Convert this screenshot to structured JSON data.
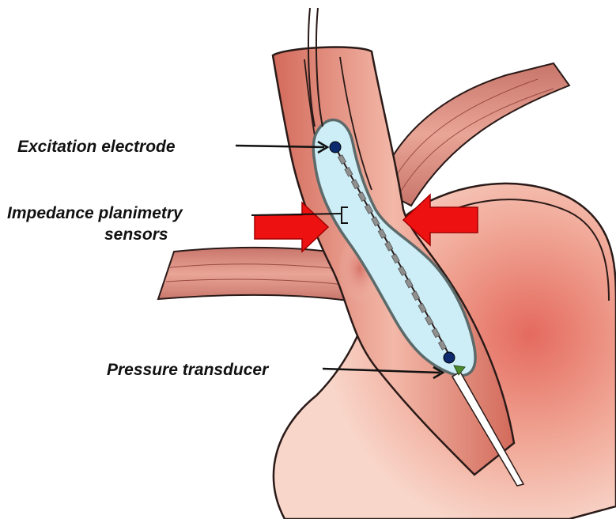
{
  "labels": {
    "excitation": "Excitation electrode",
    "impedance_line1": "Impedance planimetry",
    "impedance_line2": "sensors",
    "pressure": "Pressure transducer"
  },
  "colors": {
    "tissue_outer": "#d97d6d",
    "tissue_inner": "#f3c0b0",
    "stomach_fill": "#f0b7a6",
    "balloon_fill": "#cdeef7",
    "balloon_edge": "#5c6a6a",
    "arrow_red": "#ee1111",
    "electrode_blue": "#0d2a6e",
    "transducer_green": "#4a8a2a",
    "sensor_gray": "#8f8f8f"
  }
}
